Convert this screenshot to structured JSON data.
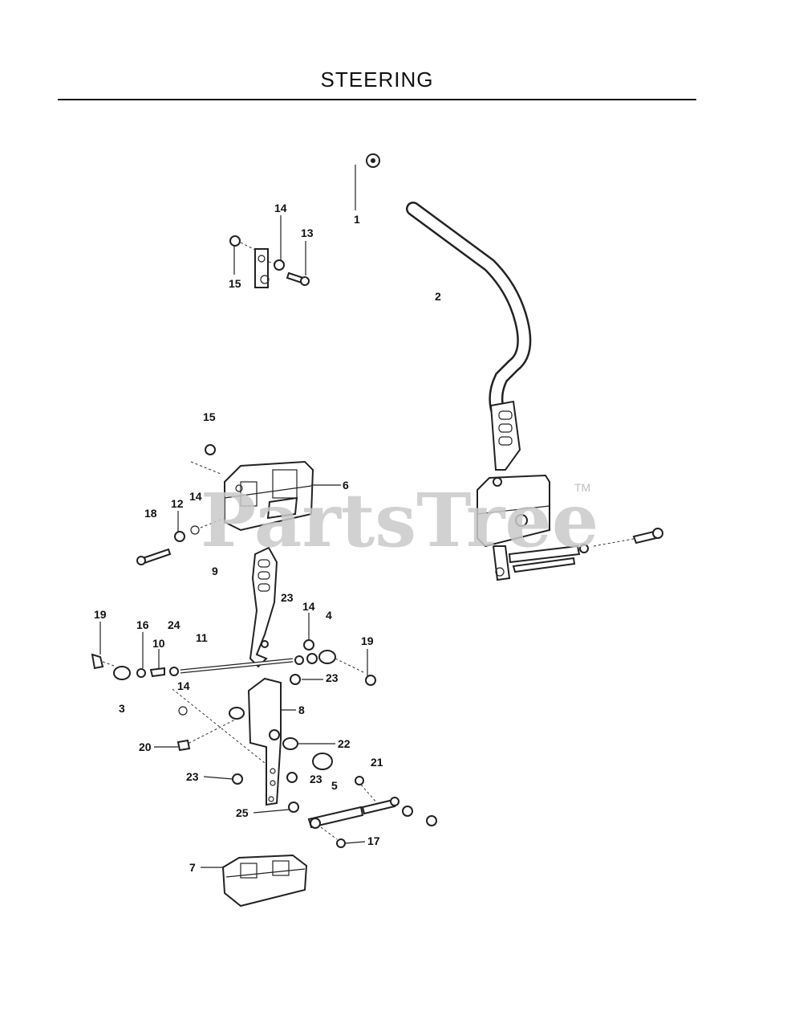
{
  "title": "STEERING",
  "watermark": {
    "text": "PartsTree",
    "trademark": "TM"
  },
  "labels": [
    "1",
    "2",
    "13",
    "14",
    "15",
    "15",
    "6",
    "14",
    "12",
    "18",
    "9",
    "23",
    "14",
    "4",
    "19",
    "16",
    "24",
    "10",
    "11",
    "19",
    "14",
    "23",
    "3",
    "8",
    "20",
    "22",
    "21",
    "23",
    "23",
    "5",
    "25",
    "17",
    "7"
  ]
}
